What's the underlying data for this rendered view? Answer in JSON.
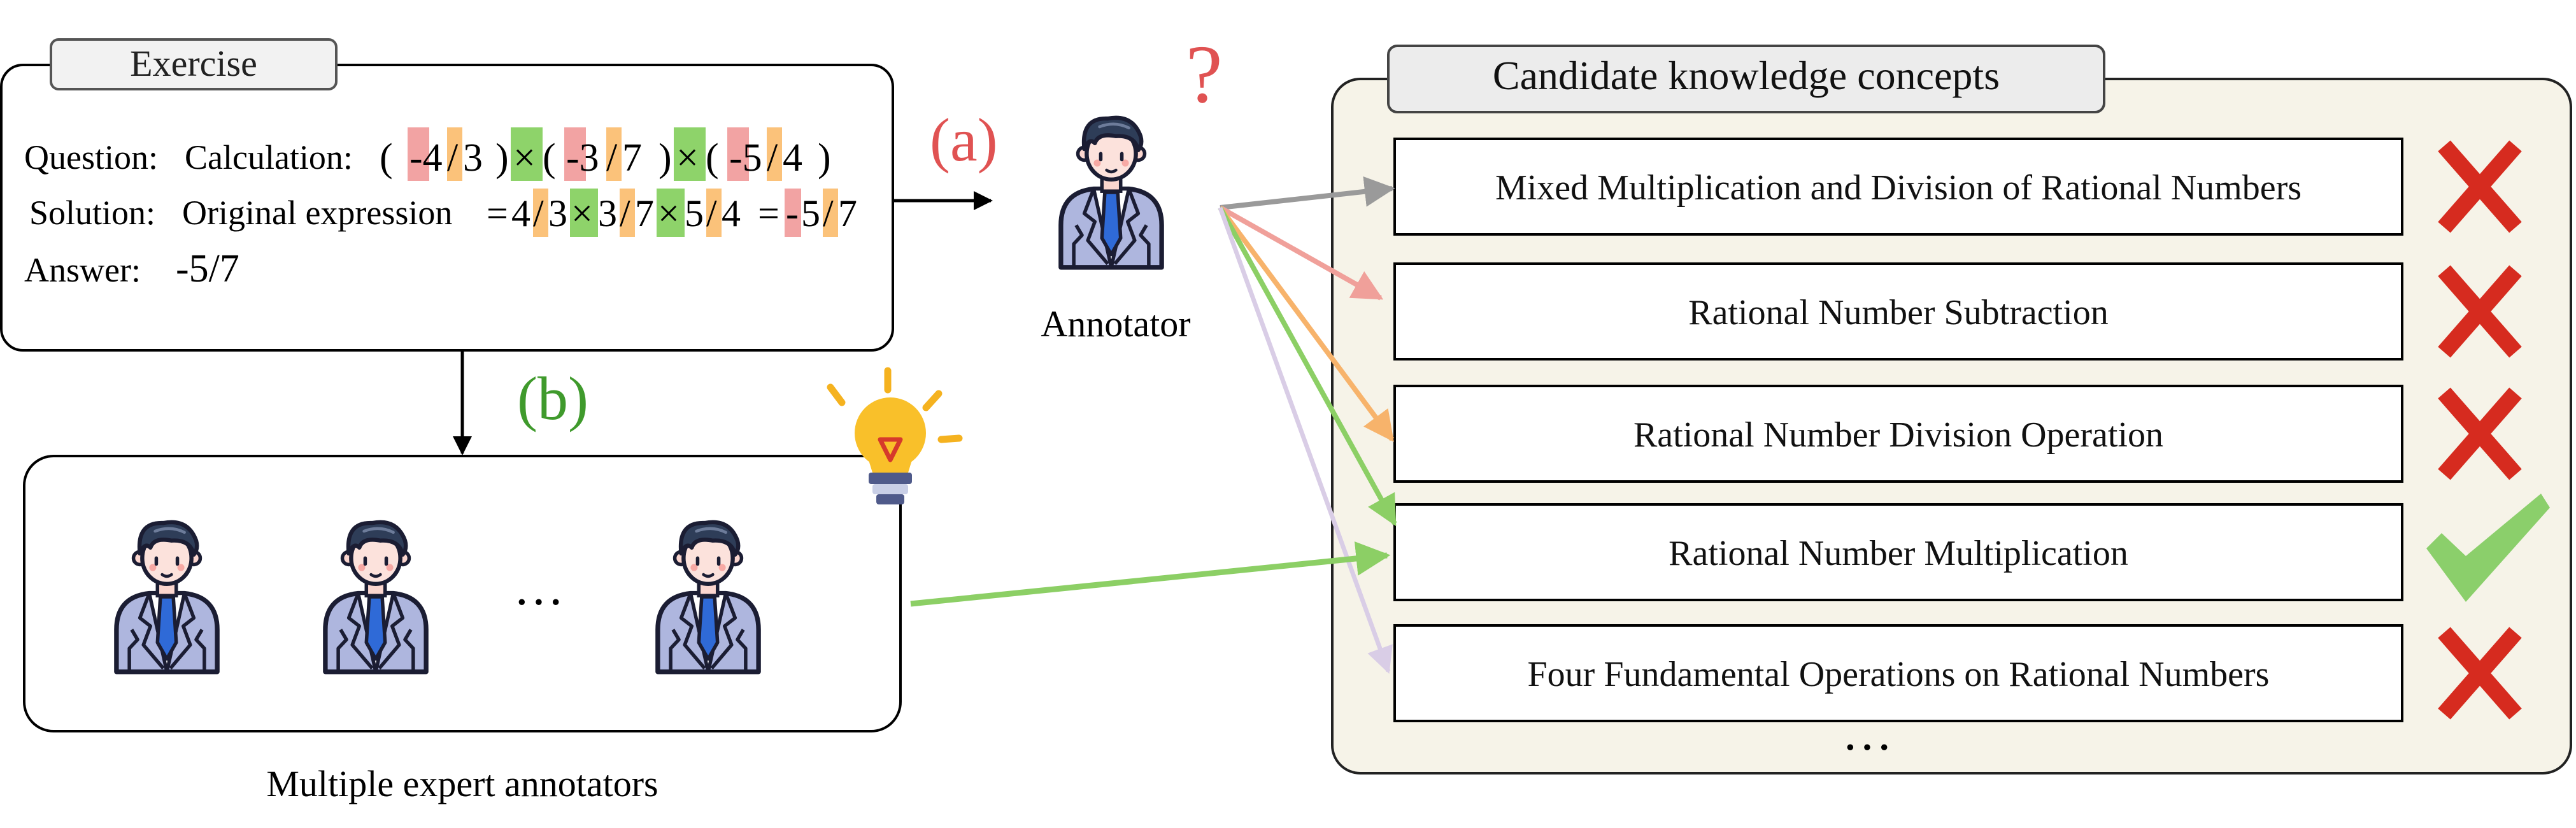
{
  "exercise": {
    "tab_label": "Exercise",
    "question_label": "Question:",
    "question_prefix": "Calculation:",
    "solution_label": "Solution:",
    "solution_prefix": "Original expression",
    "answer_label": "Answer:",
    "answer_value": "-5/7",
    "q": {
      "lp1": "(",
      "t1": "-4",
      "s1": "/",
      "t2": "3",
      "rp1": ")",
      "x1": "×",
      "lp2": "(",
      "t3": "-3",
      "s2": "/",
      "t4": "7",
      "rp2": ")",
      "x2": "×",
      "lp3": "(",
      "t5": "-5",
      "s3": "/",
      "t6": "4",
      "rp3": ")"
    },
    "sol": {
      "eq1": "=",
      "a": "4",
      "s1": "/",
      "b": "3",
      "x1": "×",
      "c": "3",
      "s2": "/",
      "d": "7",
      "x2": "×",
      "e": "5",
      "s3": "/",
      "f": "4",
      "eq2": "=",
      "neg": "-",
      "g": "5",
      "s4": "/",
      "h": "7"
    }
  },
  "labels": {
    "a": "(a)",
    "b": "(b)",
    "question_mark": "?",
    "annotator": "Annotator",
    "experts": "Multiple expert annotators",
    "experts_ellipsis": "···",
    "concepts_ellipsis": "···"
  },
  "concepts": {
    "tab_label": "Candidate knowledge concepts",
    "items": [
      {
        "label": "Mixed Multiplication and Division of Rational Numbers",
        "correct": false
      },
      {
        "label": "Rational Number Subtraction",
        "correct": false
      },
      {
        "label": "Rational Number Division Operation",
        "correct": false
      },
      {
        "label": "Rational Number Multiplication",
        "correct": true
      },
      {
        "label": "Four Fundamental Operations on Rational Numbers",
        "correct": false
      }
    ]
  },
  "colors": {
    "red_highlight": "#f2a3a3",
    "orange_highlight": "#fbc27a",
    "green_highlight": "#8ed36a",
    "label_a": "#e05252",
    "label_b": "#3f9a2c",
    "cross": "#d62b1f",
    "check": "#8bcf6b",
    "panel_bg": "#f6f3e8",
    "arrow_gray": "#9a9a9a",
    "arrow_pink": "#f0a09a",
    "arrow_orange": "#f7b36b",
    "arrow_green": "#8ccf65",
    "arrow_lavender": "#d9cde6"
  }
}
